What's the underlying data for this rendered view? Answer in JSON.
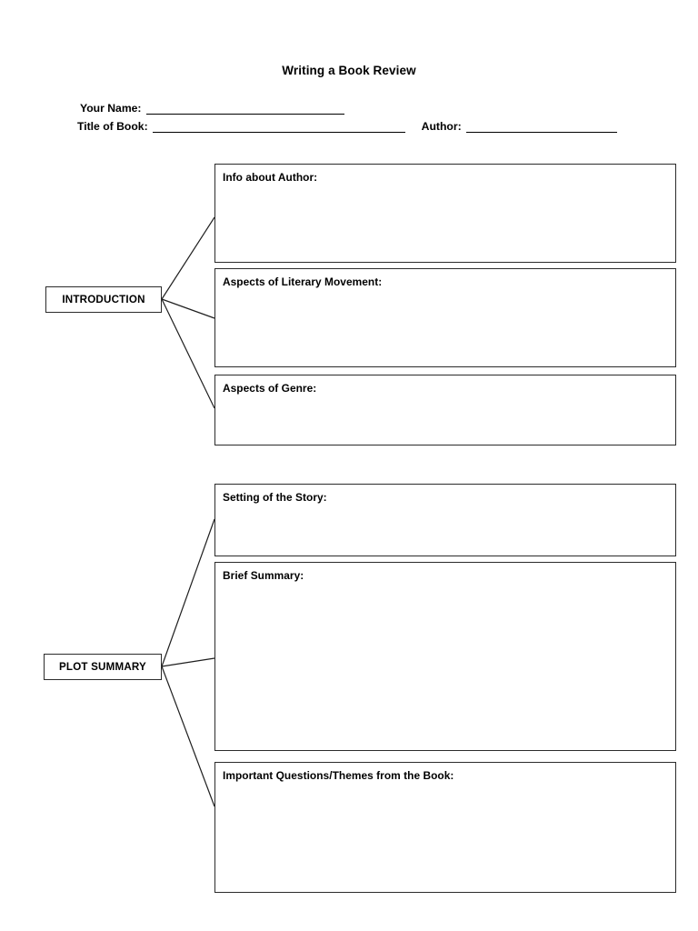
{
  "document": {
    "title": "Writing a Book Review"
  },
  "header_fields": {
    "your_name_label": "Your Name:",
    "your_name_value": "",
    "title_of_book_label": "Title of Book:",
    "title_of_book_value": "",
    "author_label": "Author:",
    "author_value": ""
  },
  "sections": [
    {
      "label": "INTRODUCTION",
      "boxes": [
        {
          "label": "Info about Author:",
          "value": ""
        },
        {
          "label": "Aspects of Literary Movement:",
          "value": ""
        },
        {
          "label": "Aspects of Genre:",
          "value": ""
        }
      ]
    },
    {
      "label": "PLOT SUMMARY",
      "boxes": [
        {
          "label": "Setting of the Story:",
          "value": ""
        },
        {
          "label": "Brief Summary:",
          "value": ""
        },
        {
          "label": "Important Questions/Themes from the Book:",
          "value": ""
        }
      ]
    }
  ],
  "colors": {
    "page_background": "#ffffff",
    "ink": "#000000",
    "box_border": "#2b2b2b",
    "connector": "#1f1f1f"
  }
}
